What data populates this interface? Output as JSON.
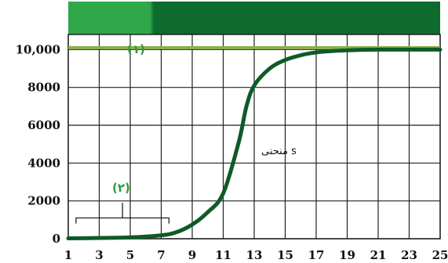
{
  "colors": {
    "header_dark": "#0d6b2e",
    "header_light": "#2fa84a",
    "grid": "#222222",
    "line1": "#8dae4a",
    "curve": "#0f5a28",
    "annotation": "#2e9a3f"
  },
  "chart_data": {
    "type": "line",
    "title": "",
    "xlabel": "",
    "ylabel": "",
    "x_ticks": [
      "1",
      "3",
      "5",
      "7",
      "9",
      "11",
      "13",
      "15",
      "17",
      "19",
      "21",
      "23",
      "25"
    ],
    "y_ticks": [
      "0",
      "2000",
      "4000",
      "6000",
      "8000",
      "10,000"
    ],
    "xlim": [
      1,
      25
    ],
    "ylim": [
      0,
      10800
    ],
    "grid": true,
    "annotations": {
      "line1_label": "(۱)",
      "curve_label": "منحنی s",
      "bracket_label": "(۲)"
    },
    "series": [
      {
        "x": [
          1,
          25
        ],
        "y": [
          10100,
          10100
        ]
      },
      {
        "x": [
          1,
          3,
          5,
          7,
          8,
          9,
          10,
          11,
          12,
          12.5,
          13,
          14,
          15,
          16,
          17,
          18,
          19,
          20,
          21,
          22,
          23,
          25
        ],
        "y": [
          20,
          40,
          70,
          180,
          350,
          750,
          1400,
          2400,
          5100,
          7000,
          8100,
          9000,
          9450,
          9700,
          9850,
          9920,
          9960,
          9990,
          10000,
          10000,
          10000,
          10000
        ]
      }
    ]
  }
}
